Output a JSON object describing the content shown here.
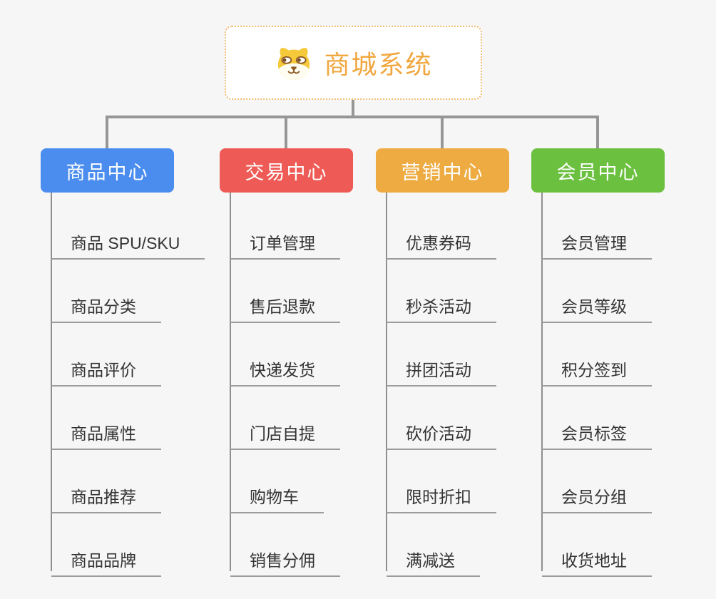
{
  "root": {
    "title": "商城系统",
    "icon": "dog-face-icon",
    "title_color": "#f0a73f",
    "border_color": "#f3bd74",
    "background": "#ffffff"
  },
  "branches": [
    {
      "label": "商品中心",
      "color": "#4a8dee",
      "items": [
        "商品 SPU/SKU",
        "商品分类",
        "商品评价",
        "商品属性",
        "商品推荐",
        "商品品牌"
      ]
    },
    {
      "label": "交易中心",
      "color": "#ee5b56",
      "items": [
        "订单管理",
        "售后退款",
        "快递发货",
        "门店自提",
        "购物车",
        "销售分佣"
      ]
    },
    {
      "label": "营销中心",
      "color": "#edab41",
      "items": [
        "优惠券码",
        "秒杀活动",
        "拼团活动",
        "砍价活动",
        "限时折扣",
        "满减送"
      ]
    },
    {
      "label": "会员中心",
      "color": "#6bc03f",
      "items": [
        "会员管理",
        "会员等级",
        "积分签到",
        "会员标签",
        "会员分组",
        "收货地址"
      ]
    }
  ],
  "colors": {
    "canvas_background": "#f6f6f6",
    "connector_gray": "#969696",
    "trunk_gray": "#8f8f8f",
    "underline_gray": "#9c9c9c",
    "leaf_text": "#333333",
    "node_text": "#ffffff"
  }
}
